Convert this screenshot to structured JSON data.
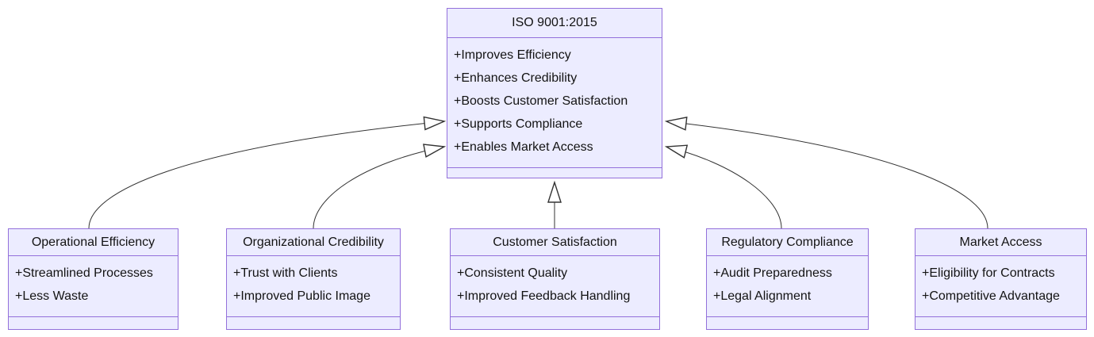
{
  "diagram": {
    "type": "uml-class-diagram",
    "background": "#ffffff",
    "colors": {
      "node_fill": "#ECECFF",
      "node_border": "#9370DB",
      "edge_line": "#333333",
      "text": "#131313"
    },
    "parent": {
      "name": "ISO 9001:2015",
      "attributes": [
        "+Improves Efficiency",
        "+Enhances Credibility",
        "+Boosts Customer Satisfaction",
        "+Supports Compliance",
        "+Enables Market Access"
      ]
    },
    "children": [
      {
        "name": "Operational Efficiency",
        "attributes": [
          "+Streamlined Processes",
          "+Less Waste"
        ]
      },
      {
        "name": "Organizational Credibility",
        "attributes": [
          "+Trust with Clients",
          "+Improved Public Image"
        ]
      },
      {
        "name": "Customer Satisfaction",
        "attributes": [
          "+Consistent Quality",
          "+Improved Feedback Handling"
        ]
      },
      {
        "name": "Regulatory Compliance",
        "attributes": [
          "+Audit Preparedness",
          "+Legal Alignment"
        ]
      },
      {
        "name": "Market Access",
        "attributes": [
          "+Eligibility for Contracts",
          "+Competitive Advantage"
        ]
      }
    ],
    "relationships": [
      {
        "from": "Operational Efficiency",
        "to": "ISO 9001:2015",
        "type": "inheritance"
      },
      {
        "from": "Organizational Credibility",
        "to": "ISO 9001:2015",
        "type": "inheritance"
      },
      {
        "from": "Customer Satisfaction",
        "to": "ISO 9001:2015",
        "type": "inheritance"
      },
      {
        "from": "Regulatory Compliance",
        "to": "ISO 9001:2015",
        "type": "inheritance"
      },
      {
        "from": "Market Access",
        "to": "ISO 9001:2015",
        "type": "inheritance"
      }
    ]
  }
}
